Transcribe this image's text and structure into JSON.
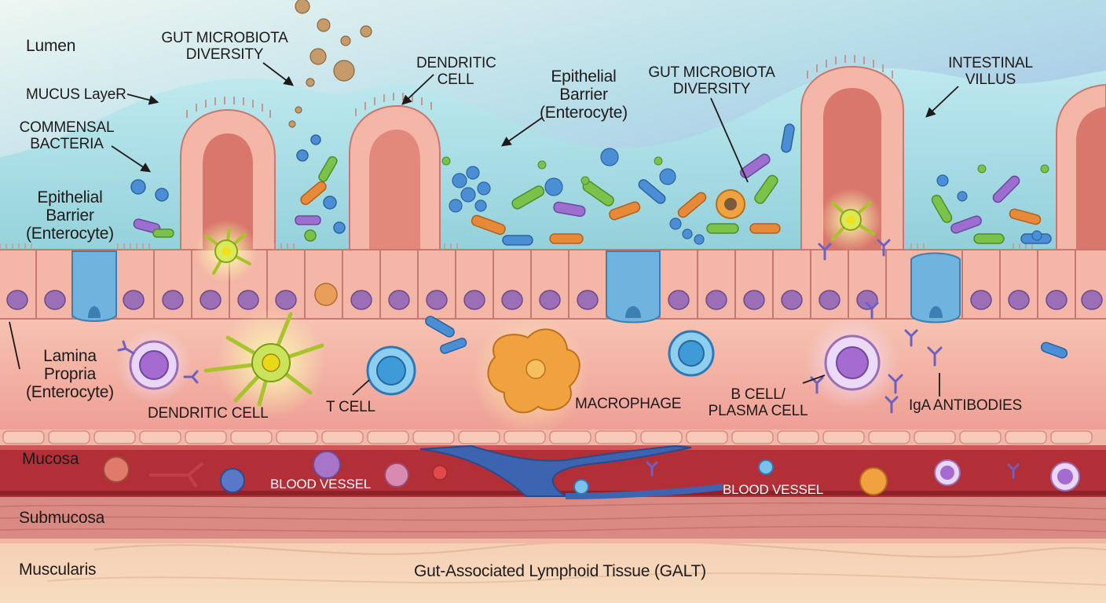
{
  "labels": {
    "lumen": "Lumen",
    "mucus_layer": "MUCUS LayeR",
    "commensal_bacteria": "COMMENSAL\nBACTERIA",
    "epithelial_barrier_left": "Epithelial\nBarrier\n(Enterocyte)",
    "gut_microbiota_left": "GUT MICROBIOTA\nDIVERSITY",
    "dendritic_cell_top": "DENDRITIC\nCELL",
    "epithelial_barrier_center": "Epithelial\nBarrier\n(Enterocyte)",
    "gut_microbiota_right": "GUT MICROBIOTA\nDIVERSITY",
    "intestinal_villus": "INTESTINAL\nVILLUS",
    "lamina_propria": "Lamina\nPropria\n(Enterocyte)",
    "dendritic_cell_bottom": "DENDRITIC CELL",
    "t_cell": "T CELL",
    "macrophage": "MACROPHAGE",
    "b_cell": "B CELL/\nPLASMA CELL",
    "iga_antibodies": "IgA ANTIBODIES",
    "mucosa": "Mucosa",
    "blood_vessel_left": "BLOOD VESSEL",
    "blood_vessel_right": "BLOOD VESSEL",
    "submucosa": "Submucosa",
    "muscularis": "Muscularis",
    "galt": "Gut-Associated Lymphoid Tissue (GALT)"
  },
  "colors": {
    "lumen_sky": "#a8d8e6",
    "mucus": "#9fd9df",
    "epithelium": "#f4b6a6",
    "nucleus": "#9a6fb6",
    "goblet_cell": "#6fb4de",
    "lamina_propria": "#f2b3a6",
    "blood_vessel": "#b8323a",
    "vein": "#3d64b0",
    "submucosa": "#d9877f",
    "muscularis": "#f4d2b4",
    "dendritic_cell": "#c9e35a",
    "t_cell": "#3f9bd8",
    "macrophage": "#f0a23e",
    "b_cell": "#a56bd1",
    "antibody": "#6d5fc3"
  }
}
